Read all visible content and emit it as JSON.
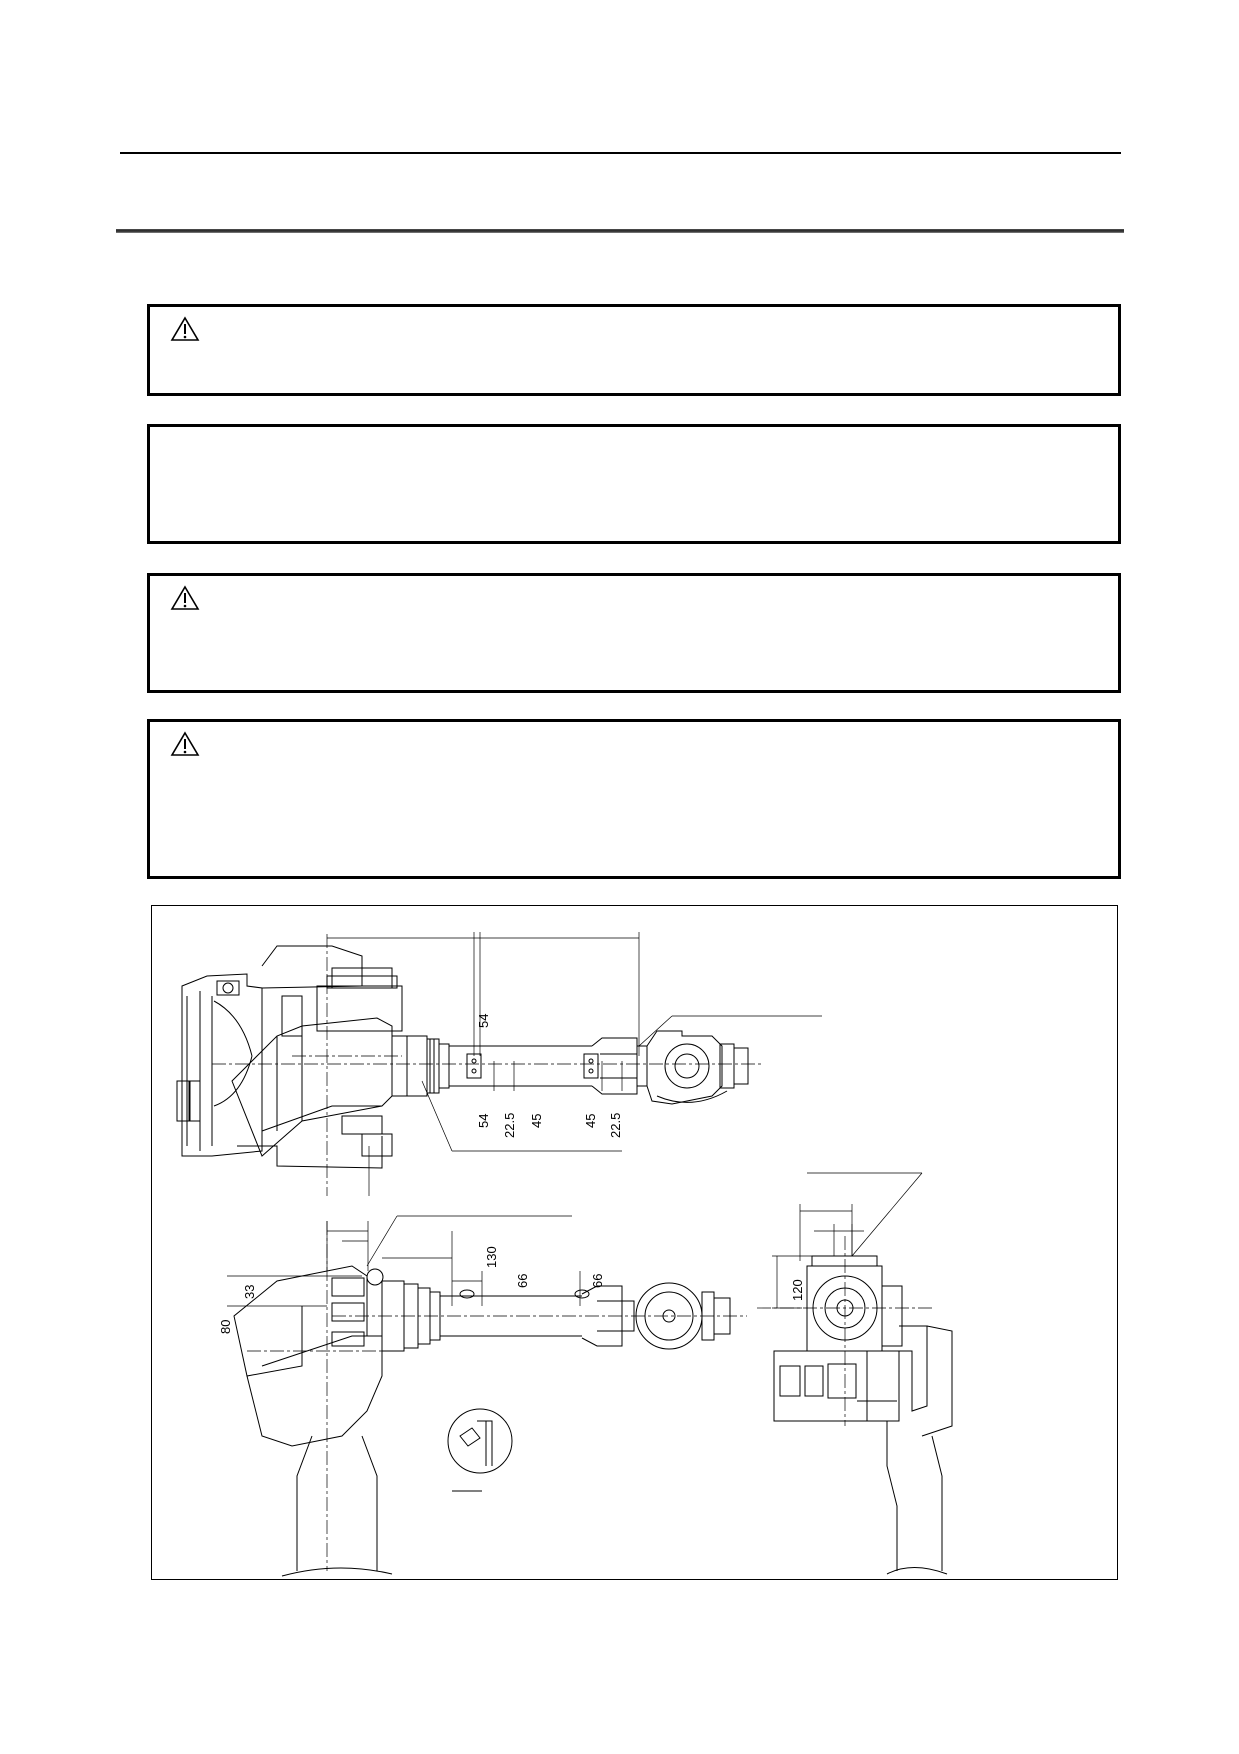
{
  "notices": [
    {
      "icon": "warning-triangle-icon",
      "text": ""
    },
    {
      "icon": "",
      "text": ""
    },
    {
      "icon": "warning-triangle-icon",
      "text": ""
    },
    {
      "icon": "warning-triangle-icon",
      "text": ""
    }
  ],
  "drawing": {
    "side_view_dimensions": {
      "d1": "54",
      "d2": "54",
      "d3": "22.5",
      "d4": "45",
      "d5": "45",
      "d6": "22.5"
    },
    "top_view_dimensions": {
      "d1": "130",
      "d2": "33",
      "d3": "80",
      "d4": "66",
      "d5": "66"
    },
    "end_view_dimensions": {
      "d1": "120"
    }
  }
}
